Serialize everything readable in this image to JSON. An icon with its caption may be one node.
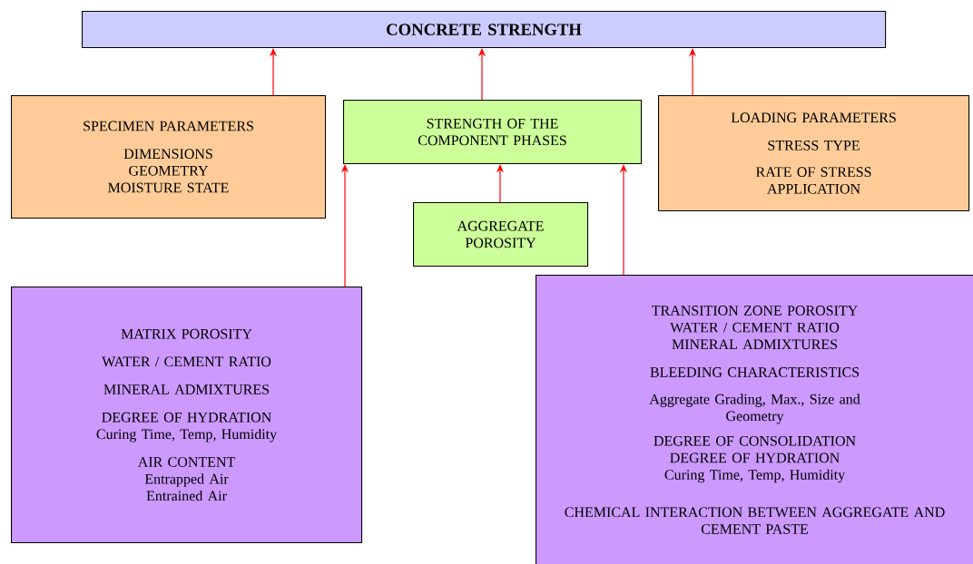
{
  "diagram": {
    "nodes": [
      {
        "text": [
          "CONCRETE STRENGTH"
        ]
      },
      {
        "text": [
          "SPECIMEN PARAMETERS",
          "DIMENSIONS",
          "GEOMETRY",
          "MOISTURE STATE"
        ]
      },
      {
        "text": [
          "STRENGTH OF THE COMPONENT PHASES"
        ]
      },
      {
        "text": [
          "LOADING PARAMETERS",
          "STRESS TYPE",
          "RATE OF STRESS APPLICATION"
        ]
      },
      {
        "text": [
          "AGGREGATE POROSITY"
        ]
      },
      {
        "text": [
          "MATRIX POROSITY",
          "WATER / CEMENT RATIO",
          "MINERAL ADMIXTURES",
          "DEGREE OF HYDRATION",
          "Curing Time, Temp, Humidity",
          "AIR CONTENT",
          "Entrapped Air",
          "Entrained Air"
        ]
      },
      {
        "text": [
          "TRANSITION ZONE POROSITY",
          "WATER / CEMENT RATIO",
          "MINERAL ADMIXTURES",
          "BLEEDING CHARACTERISTICS",
          "Aggregate Grading, Max., Size and Geometry",
          "DEGREE OF CONSOLIDATION",
          "DEGREE OF HYDRATION",
          "Curing Time, Temp, Humidity",
          "CHEMICAL INTERACTION BETWEEN AGGREGATE AND CEMENT PASTE"
        ]
      }
    ],
    "edges": [
      {
        "from": 1,
        "to": 0,
        "arrow": "to"
      },
      {
        "from": 2,
        "to": 0,
        "arrow": "to"
      },
      {
        "from": 3,
        "to": 0,
        "arrow": "to"
      },
      {
        "from": 4,
        "to": 2,
        "arrow": "to"
      },
      {
        "from": 5,
        "to": 2,
        "arrow": "to"
      },
      {
        "from": 6,
        "to": 2,
        "arrow": "to"
      }
    ]
  }
}
